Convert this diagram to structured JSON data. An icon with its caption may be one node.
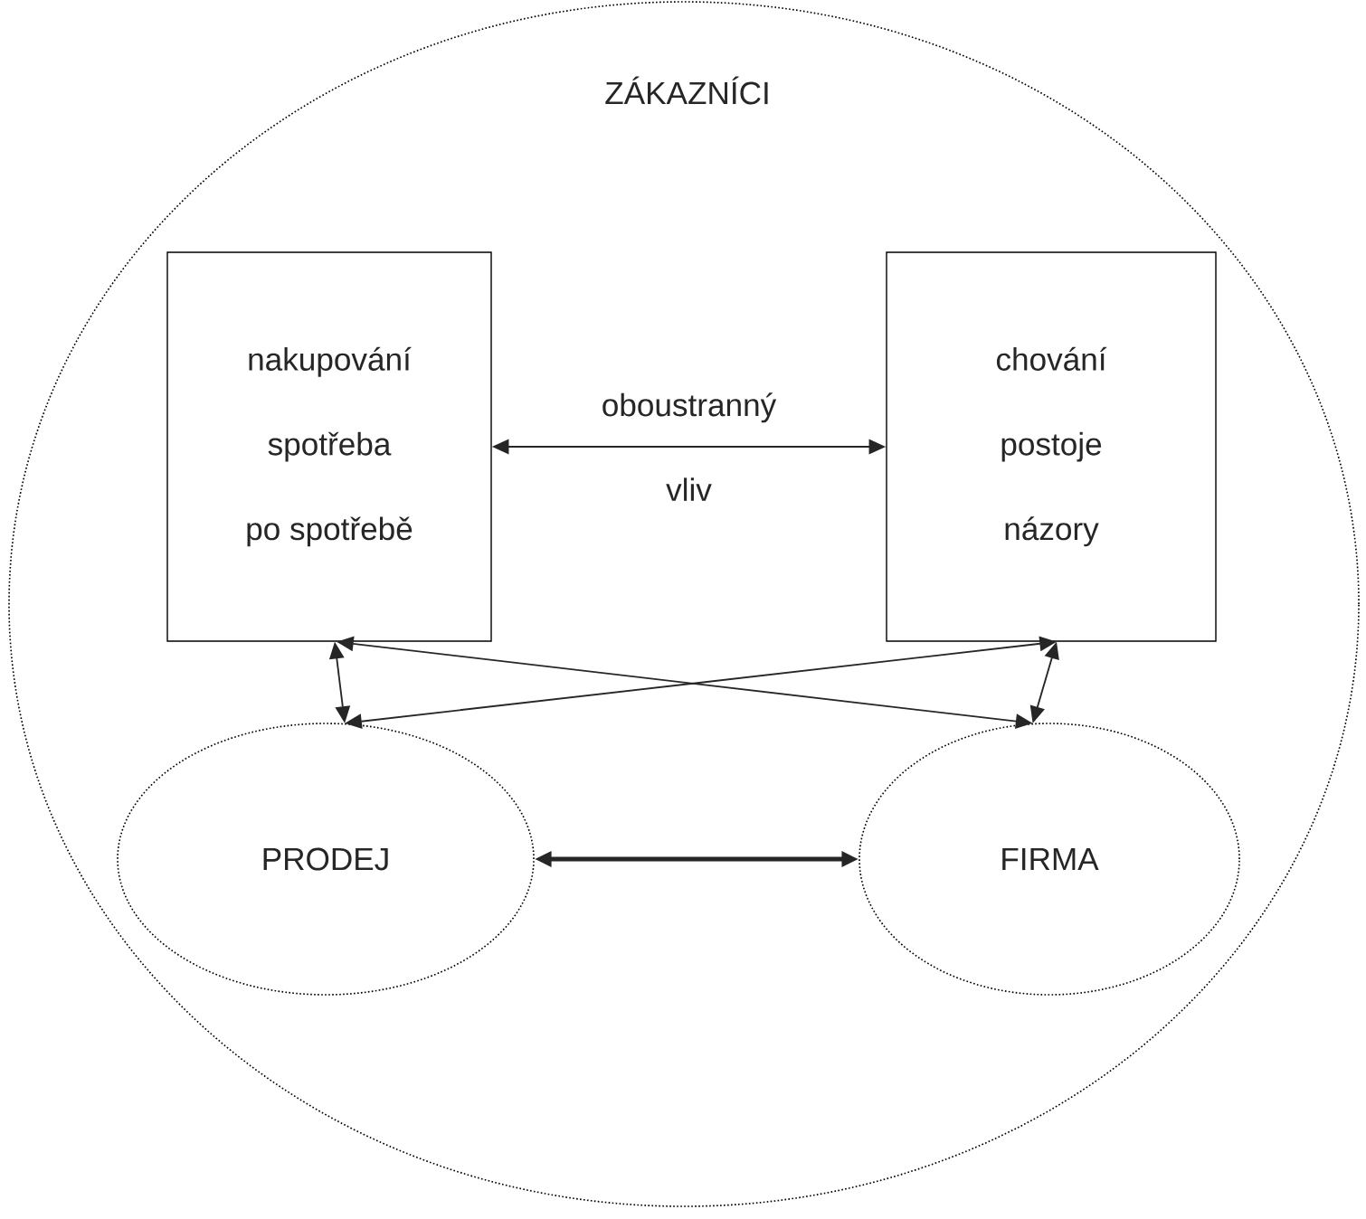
{
  "diagram": {
    "nodes": [
      {
        "text": [
          "ZÁKAZNÍCI"
        ]
      },
      {
        "text": [
          "nakupování",
          "spotřeba",
          "po spotřebě"
        ],
        "in": 0
      },
      {
        "text": [
          "chování",
          "postoje",
          "názory"
        ],
        "in": 0
      },
      {
        "text": [
          "PRODEJ"
        ],
        "in": 0
      },
      {
        "text": [
          "FIRMA"
        ],
        "in": 0
      }
    ],
    "edges": [
      {
        "from": 1,
        "to": 2,
        "arrow": "both",
        "label": "oboustranný vliv"
      },
      {
        "from": 1,
        "to": 3,
        "arrow": "both"
      },
      {
        "from": 2,
        "to": 4,
        "arrow": "both"
      },
      {
        "from": 1,
        "to": 4,
        "arrow": "both"
      },
      {
        "from": 2,
        "to": 3,
        "arrow": "both"
      },
      {
        "from": 3,
        "to": 4,
        "arrow": "both",
        "style": "thick"
      }
    ]
  }
}
